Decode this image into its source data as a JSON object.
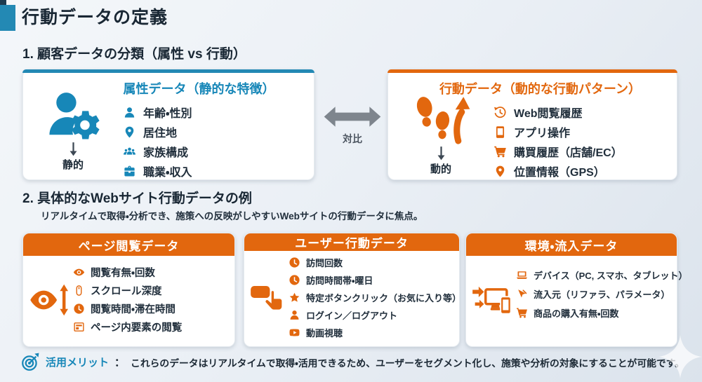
{
  "page": {
    "title": "行動データの定義"
  },
  "colors": {
    "accent_blue": "#1787b8",
    "accent_orange": "#e2670e",
    "text_dark": "#212f3c",
    "compare_gray": "#7e858d"
  },
  "section1": {
    "heading": "1. 顧客データの分類（属性 vs 行動）",
    "compare_label": "対比",
    "attribute_card": {
      "title": "属性データ（静的な特徴）",
      "feature_icon": "person-gear-icon",
      "state_label": "静的",
      "items": [
        {
          "icon": "person-icon",
          "label": "年齢・性別"
        },
        {
          "icon": "map-pin-icon",
          "label": "居住地"
        },
        {
          "icon": "family-icon",
          "label": "家族構成"
        },
        {
          "icon": "briefcase-icon",
          "label": "職業・収入"
        }
      ]
    },
    "behavior_card": {
      "title": "行動データ（動的な行動パターン）",
      "feature_icon": "footprints-arrow-icon",
      "state_label": "動的",
      "items": [
        {
          "icon": "history-clock-icon",
          "label": "Web閲覧履歴"
        },
        {
          "icon": "smartphone-icon",
          "label": "アプリ操作"
        },
        {
          "icon": "cart-icon",
          "label": "購買履歴（店舗/EC）"
        },
        {
          "icon": "map-pin-icon",
          "label": "位置情報（GPS）"
        }
      ]
    }
  },
  "section2": {
    "heading": "2. 具体的なWebサイト行動データの例",
    "subtitle": "リアルタイムで取得・分析でき、施策への反映がしやすいWebサイトの行動データに焦点。",
    "cards": [
      {
        "title": "ページ閲覧データ",
        "feature_icon": "eye-scroll-icon",
        "items": [
          {
            "icon": "eye-icon",
            "label": "閲覧有無・回数"
          },
          {
            "icon": "mouse-scroll-icon",
            "label": "スクロール深度"
          },
          {
            "icon": "clock-icon",
            "label": "閲覧時間・滞在時間"
          },
          {
            "icon": "page-layout-icon",
            "label": "ページ内要素の閲覧"
          }
        ]
      },
      {
        "title": "ユーザー行動データ",
        "feature_icon": "hand-click-icon",
        "items": [
          {
            "icon": "clock-icon",
            "label": "訪問回数"
          },
          {
            "icon": "clock-icon",
            "label": "訪問時間帯・曜日"
          },
          {
            "icon": "star-icon",
            "label": "特定ボタンクリック（お気に入り等）"
          },
          {
            "icon": "person-icon",
            "label": "ログイン／ログアウト"
          },
          {
            "icon": "video-play-icon",
            "label": "動画視聴"
          }
        ]
      },
      {
        "title": "環境・流入データ",
        "feature_icon": "devices-inflow-icon",
        "items": [
          {
            "icon": "laptop-icon",
            "label": "デバイス（PC, スマホ、タブレット）"
          },
          {
            "icon": "referral-cursor-icon",
            "label": "流入元（リファラ、パラメータ）"
          },
          {
            "icon": "cart-icon",
            "label": "商品の購入有無・回数"
          }
        ]
      }
    ]
  },
  "footer": {
    "label": "活用メリット",
    "separator": "：",
    "text": "これらのデータはリアルタイムで取得・活用できるため、ユーザーをセグメント化し、施策や分析の対象にすることが可能です。"
  }
}
